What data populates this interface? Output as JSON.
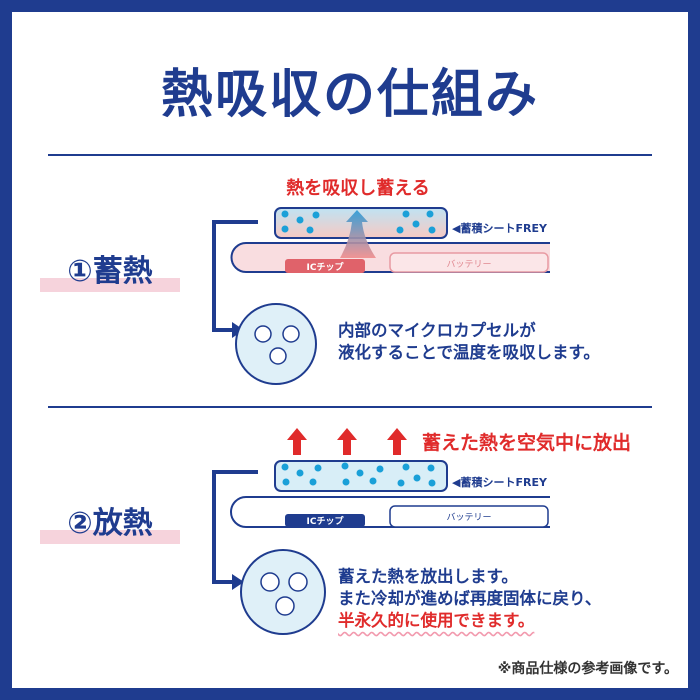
{
  "title": "熱吸収の仕組み",
  "colors": {
    "navy": "#1f3c8f",
    "red": "#e02b2b",
    "pink": "#f6d3dc",
    "light_blue": "#d8eef7",
    "dot_blue": "#1aa0d8"
  },
  "sections": [
    {
      "label": "①蓄熱",
      "heading": "熱を吸収し蓄える",
      "sheet_label": "◀蓄積シートFREY",
      "chip_label": "ICチップ",
      "battery_label": "バッテリー",
      "description": [
        "内部のマイクロカプセルが",
        "液化することで温度を吸収します。"
      ]
    },
    {
      "label": "②放熱",
      "heading": "蓄えた熱を空気中に放出",
      "sheet_label": "◀蓄積シートFREY",
      "chip_label": "ICチップ",
      "battery_label": "バッテリー",
      "description": [
        "蓄えた熱を放出します。",
        "また冷却が進めば再度固体に戻り、",
        "半永久的に使用できます。"
      ]
    }
  ],
  "footnote": "※商品仕様の参考画像です。"
}
